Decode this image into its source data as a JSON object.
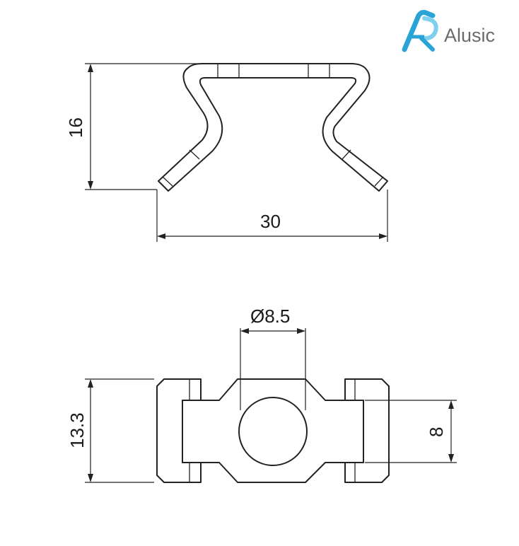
{
  "logo": {
    "text": "Alusic",
    "icon": "alusic-logo-icon",
    "colors": {
      "primary": "#2aa3d6",
      "secondary": "#7fd0ee"
    }
  },
  "side_view": {
    "height_dim": "16",
    "width_dim": "30"
  },
  "top_view": {
    "hole_diameter_dim": "Ø8.5",
    "height_dim": "13.3",
    "slot_dim": "8"
  }
}
